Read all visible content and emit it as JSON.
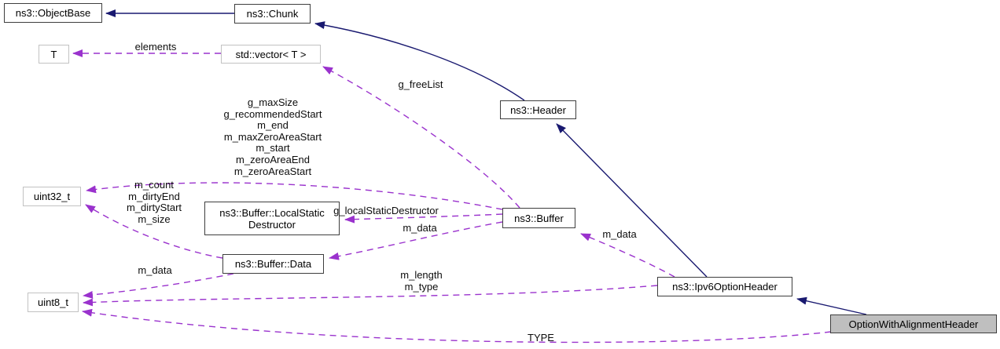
{
  "nodes": [
    {
      "label": "ns3::ObjectBase"
    },
    {
      "label": "ns3::Chunk"
    },
    {
      "label": "T"
    },
    {
      "label": "std::vector< T >"
    },
    {
      "label": "ns3::Header"
    },
    {
      "label": "uint32_t"
    },
    {
      "label": "ns3::Buffer::LocalStatic\nDestructor"
    },
    {
      "label": "ns3::Buffer"
    },
    {
      "label": "ns3::Buffer::Data"
    },
    {
      "label": "uint8_t"
    },
    {
      "label": "ns3::Ipv6OptionHeader"
    },
    {
      "label": "OptionWithAlignmentHeader"
    }
  ],
  "edge_labels": [
    {
      "text": "elements"
    },
    {
      "text": "g_freeList"
    },
    {
      "text": "g_maxSize\ng_recommendedStart\nm_end\nm_maxZeroAreaStart\nm_start\nm_zeroAreaEnd\nm_zeroAreaStart"
    },
    {
      "text": "m_count\nm_dirtyEnd\nm_dirtyStart\nm_size"
    },
    {
      "text": "g_localStaticDestructor"
    },
    {
      "text": "m_data"
    },
    {
      "text": "m_data"
    },
    {
      "text": "m_data"
    },
    {
      "text": "m_length\nm_type"
    },
    {
      "text": "TYPE"
    }
  ],
  "colors": {
    "inheritance_edge": "#191970",
    "usage_edge": "#9a32cd",
    "class_border": "#3e3e3e",
    "plain_border": "#c2c2c2",
    "selected_fill": "#bfbfbf",
    "node_fill": "#ffffff",
    "background": "#ffffff"
  }
}
